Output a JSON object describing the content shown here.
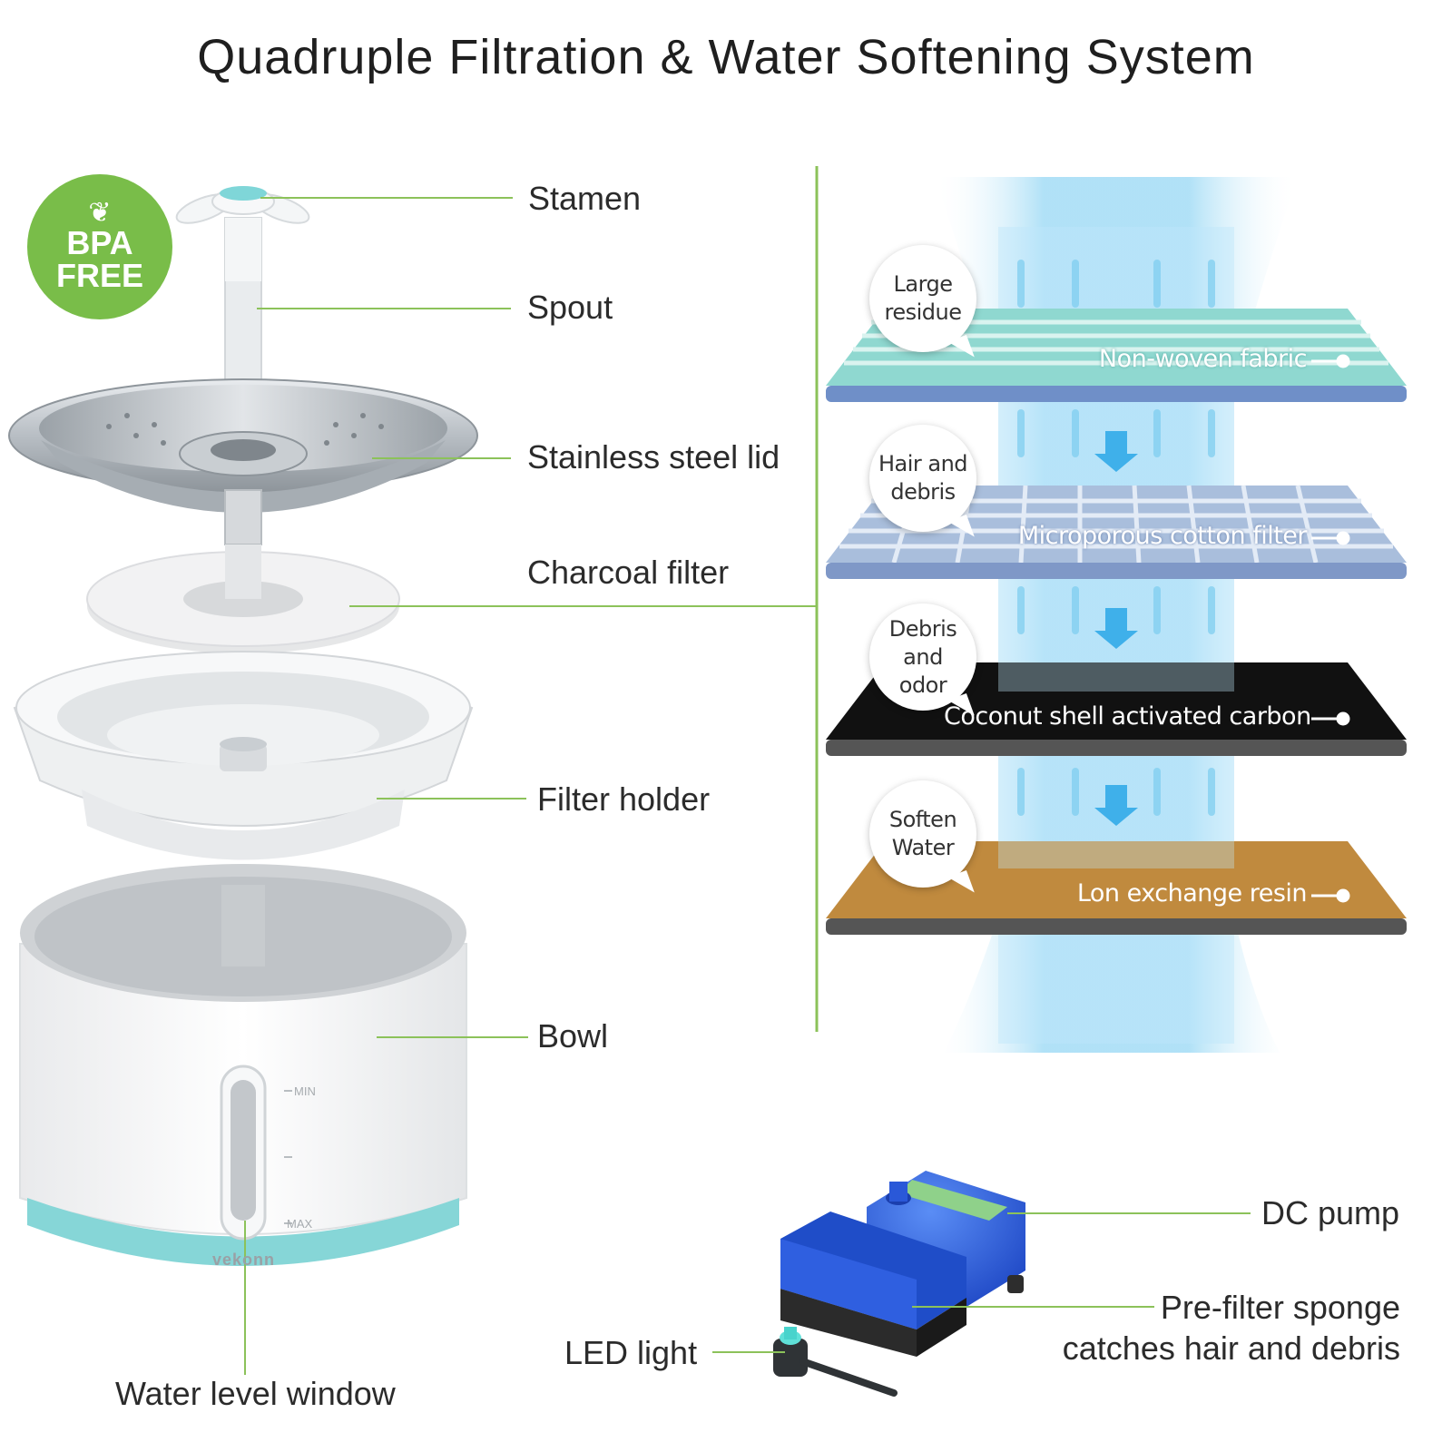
{
  "title": "Quadruple Filtration & Water Softening System",
  "badge": {
    "line1": "BPA",
    "line2": "FREE"
  },
  "brand": "vekonn",
  "window_marks": {
    "min": "MIN",
    "max": "MAX"
  },
  "parts": {
    "stamen": "Stamen",
    "spout": "Spout",
    "lid": "Stainless steel lid",
    "charcoal": "Charcoal filter",
    "holder": "Filter holder",
    "bowl": "Bowl",
    "window": "Water level window",
    "led": "LED light",
    "pump": "DC pump",
    "sponge_line1": "Pre-filter sponge",
    "sponge_line2": "catches hair and debris"
  },
  "layers": [
    {
      "name": "Non-woven fabric",
      "bubble_line1": "Large",
      "bubble_line2": "residue",
      "color": "#8fd8d0"
    },
    {
      "name": "Microporous cotton filter",
      "bubble_line1": "Hair and",
      "bubble_line2": "debris",
      "color": "#a9bedc"
    },
    {
      "name": "Coconut shell activated carbon",
      "bubble_line1": "Debris and",
      "bubble_line2": "odor",
      "color": "#111111"
    },
    {
      "name": "Lon exchange resin",
      "bubble_line1": "Soften",
      "bubble_line2": "Water",
      "color": "#c08a3e"
    }
  ],
  "colors": {
    "leader": "#8cc25a",
    "accent_teal": "#7fd6d8",
    "water": "#b9e5f8",
    "badge": "#79bd49"
  }
}
